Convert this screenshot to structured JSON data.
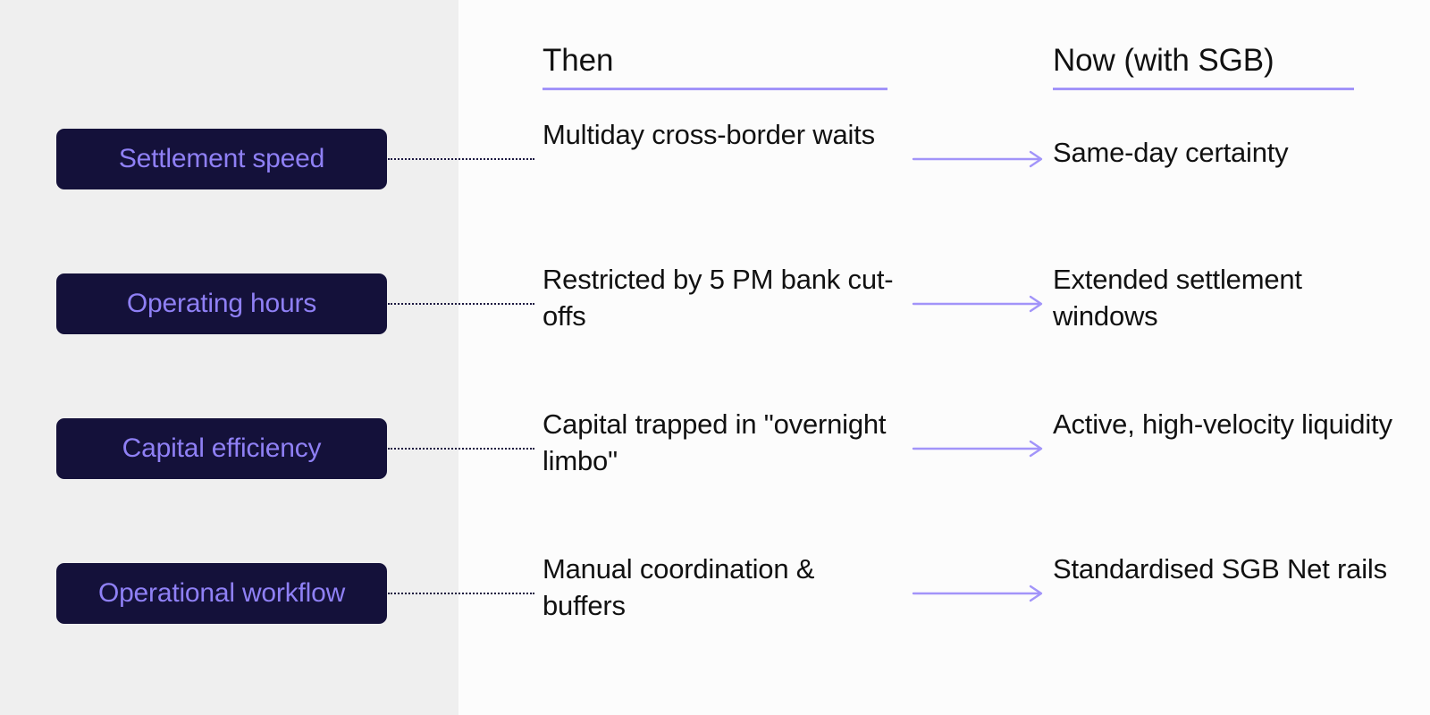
{
  "headers": {
    "left_column": "",
    "then": "Then",
    "now": "Now (with SGB)"
  },
  "colors": {
    "pill_background": "#14113a",
    "pill_text": "#8f80f5",
    "accent_rule": "#a294f9",
    "arrow": "#a294f9",
    "connector_dots": "#1b1740",
    "panel_left_bg": "#efefef",
    "panel_right_bg": "#fcfcfc",
    "body_text": "#111111"
  },
  "rows": [
    {
      "label": "Settlement speed",
      "then": "Multiday cross-border waits",
      "now": "Same-day certainty",
      "arrow_icon": "arrow-right-icon",
      "connector_icon": "dotted-connector-icon"
    },
    {
      "label": "Operating hours",
      "then": "Restricted by 5 PM bank cut-offs",
      "now": "Extended settlement windows",
      "arrow_icon": "arrow-right-icon",
      "connector_icon": "dotted-connector-icon"
    },
    {
      "label": "Capital efficiency",
      "then": "Capital trapped in \"overnight limbo\"",
      "now": "Active, high-velocity liquidity",
      "arrow_icon": "arrow-right-icon",
      "connector_icon": "dotted-connector-icon"
    },
    {
      "label": "Operational workflow",
      "then": "Manual coordination & buffers",
      "now": "Standardised SGB Net rails",
      "arrow_icon": "arrow-right-icon",
      "connector_icon": "dotted-connector-icon"
    }
  ]
}
